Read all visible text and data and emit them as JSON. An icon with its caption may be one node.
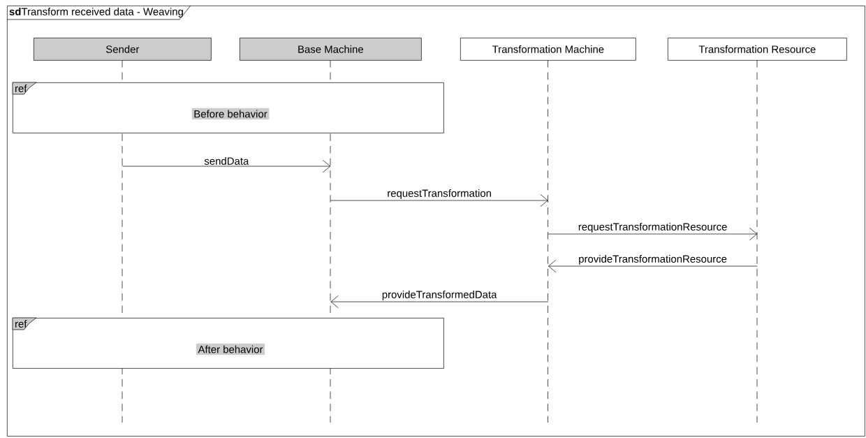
{
  "diagram": {
    "nodes": [
      {
        "text": [
          "**sd**Transform received data - Weaving"
        ]
      },
      {
        "text": [
          "Sender"
        ],
        "in": 0
      },
      {
        "text": [
          "Base Machine"
        ],
        "in": 0
      },
      {
        "text": [
          "Transformation Machine"
        ],
        "in": 0
      },
      {
        "text": [
          "Transformation Resource"
        ],
        "in": 0
      },
      {
        "text": [
          "ref",
          "Before behavior"
        ],
        "in": 0
      },
      {
        "text": [
          "ref",
          "After behavior"
        ],
        "in": 0
      }
    ],
    "edges": [
      {
        "from": 1,
        "to": 2,
        "arrow": "to",
        "label": "sendData"
      },
      {
        "from": 2,
        "to": 3,
        "arrow": "to",
        "label": "requestTransformation"
      },
      {
        "from": 3,
        "to": 4,
        "arrow": "to",
        "label": "requestTransformationResource"
      },
      {
        "from": 4,
        "to": 3,
        "arrow": "to",
        "label": "provideTransformationResource"
      },
      {
        "from": 3,
        "to": 2,
        "arrow": "to",
        "label": "provideTransformedData"
      }
    ]
  }
}
